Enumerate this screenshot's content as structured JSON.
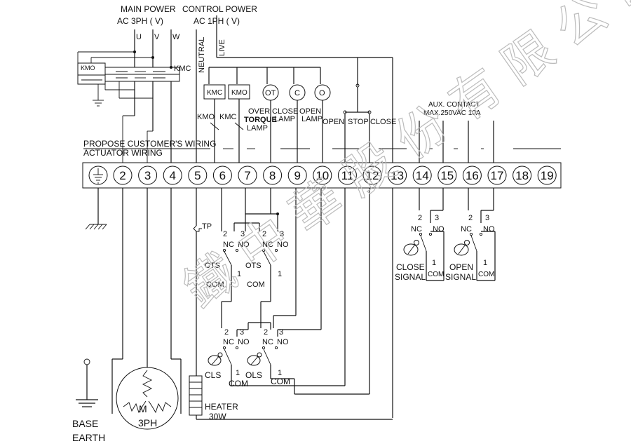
{
  "power": {
    "main_line1": "MAIN POWER",
    "main_line2": "AC  3PH  (  V)",
    "control_line1": "CONTROL POWER",
    "control_line2": "AC  1PH  (  V)",
    "phases": [
      "U",
      "V",
      "W"
    ],
    "neutral": "NEUTRAL",
    "live": "LIVE"
  },
  "contactors": {
    "kmo": "KMO",
    "kmc": "KMC"
  },
  "lamps": {
    "ot": "OT",
    "c": "C",
    "o": "O",
    "over": "OVER",
    "torque": "TORQUE",
    "lamp_word": "LAMP",
    "close_word": "CLOSE",
    "open_word": "OPEN"
  },
  "controls": {
    "open": "OPEN",
    "stop": "STOP",
    "close": "CLOSE"
  },
  "aux": {
    "line1": "AUX. CONTACT",
    "line2": "MAX.250VAC 10A"
  },
  "wiring_labels": {
    "customer": "PROPOSE CUSTOMER'S WIRING",
    "actuator": "ACTUATOR WIRING"
  },
  "terminals": [
    "2",
    "3",
    "4",
    "5",
    "6",
    "7",
    "8",
    "9",
    "10",
    "11",
    "12",
    "13",
    "14",
    "15",
    "16",
    "17",
    "18",
    "19"
  ],
  "switch": {
    "nc": "NC",
    "no": "NO",
    "com": "COM",
    "pin1": "1",
    "pin2": "2",
    "pin3": "3",
    "cts": "CTS",
    "ots": "OTS",
    "cls": "CLS",
    "ols": "OLS",
    "tp": "TP",
    "close_signal_1": "CLOSE",
    "open_signal_1": "OPEN",
    "signal": "SIGNAL"
  },
  "heater": {
    "label": "HEATER",
    "watt": "30W"
  },
  "motor": {
    "m": "M",
    "ph": "3PH"
  },
  "earth": {
    "line1": "BASE",
    "line2": "EARTH"
  },
  "watermark": "鐵 中 華 股 份 有 限 公 司"
}
